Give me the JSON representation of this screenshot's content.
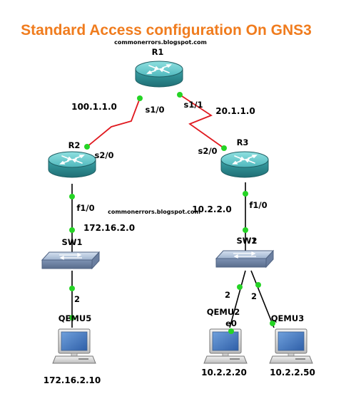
{
  "title": "Standard Access configuration On GNS3",
  "watermark_top": "commonerrors.blogspot.com",
  "watermark_mid": "commonerrors.blogspot.com",
  "colors": {
    "title": "#f07c1e",
    "serial_link": "#e0191f",
    "ethernet_link": "#000000",
    "port_dot": "#25d425",
    "router_top": "#66cccc",
    "router_side": "#2e8f94",
    "switch_body": "#8ea3c2",
    "pc_screen": "#4a7fc1"
  },
  "routers": {
    "r1": {
      "name": "R1"
    },
    "r2": {
      "name": "R2"
    },
    "r3": {
      "name": "R3"
    }
  },
  "switches": {
    "sw1": {
      "name": "SW1"
    },
    "sw2": {
      "name": "SW2"
    }
  },
  "hosts": {
    "qemu5": {
      "name": "QEMU5",
      "ip": "172.16.2.10"
    },
    "qemu2": {
      "name": "QEMU2",
      "ip": "10.2.2.20",
      "iface": "e0"
    },
    "qemu3": {
      "name": "QEMU3",
      "ip": "10.2.2.50"
    }
  },
  "interfaces": {
    "r1_s10": "s1/0",
    "r1_s11": "s1/1",
    "r2_s20": "s2/0",
    "r3_s20": "s2/0",
    "r2_f10": "f1/0",
    "r3_f10": "f1/0",
    "sw1_port": "2",
    "sw2_port_left": "2",
    "sw2_port_right": "2",
    "sw2_port_uplink": "1"
  },
  "networks": {
    "r1_r2": "100.1.1.0",
    "r1_r3": "20.1.1.0",
    "lan_left": "172.16.2.0",
    "lan_right": "10.2.2.0"
  }
}
